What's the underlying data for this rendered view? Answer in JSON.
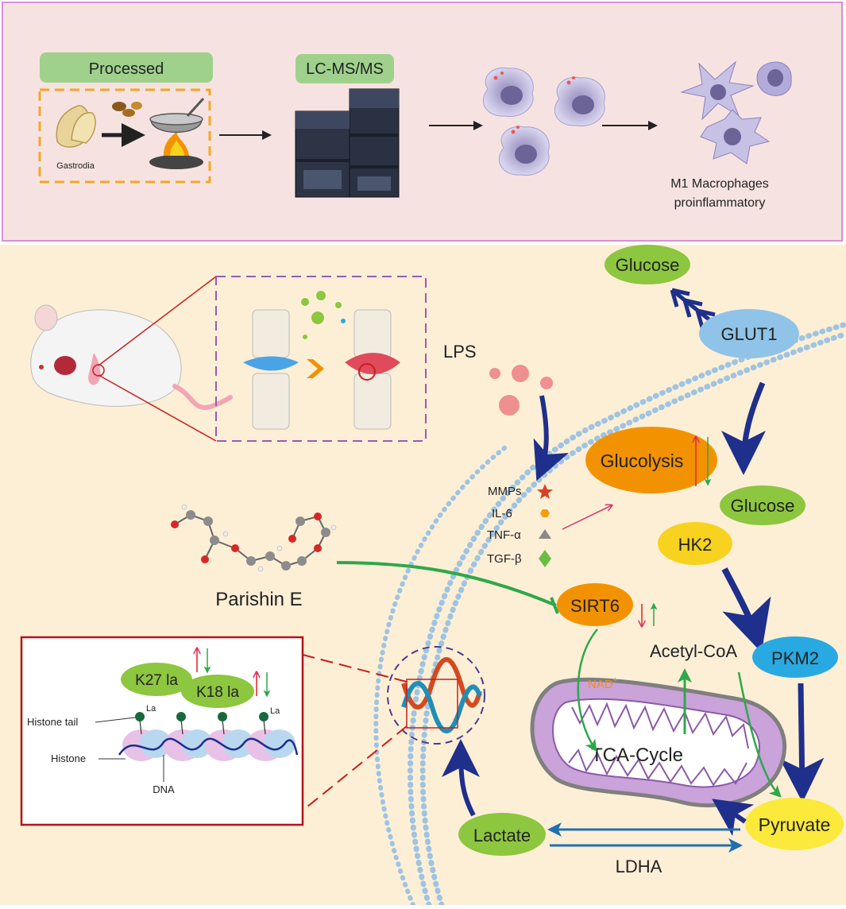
{
  "top_panel": {
    "processed_label": "Processed",
    "gastrodia_label": "Gastrodia",
    "lcms_label": "LC-MS/MS",
    "m1_line1": "M1 Macrophages",
    "m1_line2": "proinflammatory"
  },
  "metabolism": {
    "glucose_outside": "Glucose",
    "glut1": "GLUT1",
    "lps": "LPS",
    "glycolysis": "Glucolysis",
    "glucose_inside": "Glucose",
    "hk2": "HK2",
    "pkm2": "PKM2",
    "pyruvate": "Pyruvate",
    "lactate": "Lactate",
    "ldha": "LDHA",
    "tca": "TCA-Cycle",
    "acetyl_coa": "Acetyl-CoA",
    "sirt6": "SIRT6",
    "nad": "NAD",
    "nad_sup": "+"
  },
  "cytokines": [
    {
      "label": "MMPs",
      "icon": "star-icon",
      "color": "#d9402a"
    },
    {
      "label": "IL-6",
      "icon": "hexagon-icon",
      "color": "#f39c12"
    },
    {
      "label": "TNF-α",
      "icon": "triangle-icon",
      "color": "#8a8a8a"
    },
    {
      "label": "TGF-β",
      "icon": "diamond-icon",
      "color": "#6cbd45"
    }
  ],
  "compound": {
    "name": "Parishin E"
  },
  "histone_box": {
    "k27": "K27 la",
    "k18": "K18 la",
    "histone_tail": "Histone tail",
    "histone": "Histone",
    "dna": "DNA",
    "la_marks": [
      "La",
      "La"
    ]
  },
  "colors": {
    "top_bg": "#f6e3e1",
    "top_border": "#d88fd8",
    "bottom_bg": "#fdefd6",
    "green_ellipse": "#8dc63f",
    "blue_ellipse": "#8fc3e7",
    "orange_ellipse": "#f39200",
    "yellow_ellipse": "#f7d21e",
    "pkm2_blue": "#29a9e1",
    "navy_arrow": "#1f2f8c",
    "green_arrow": "#2ea84a",
    "red_box": "#b5121b"
  }
}
